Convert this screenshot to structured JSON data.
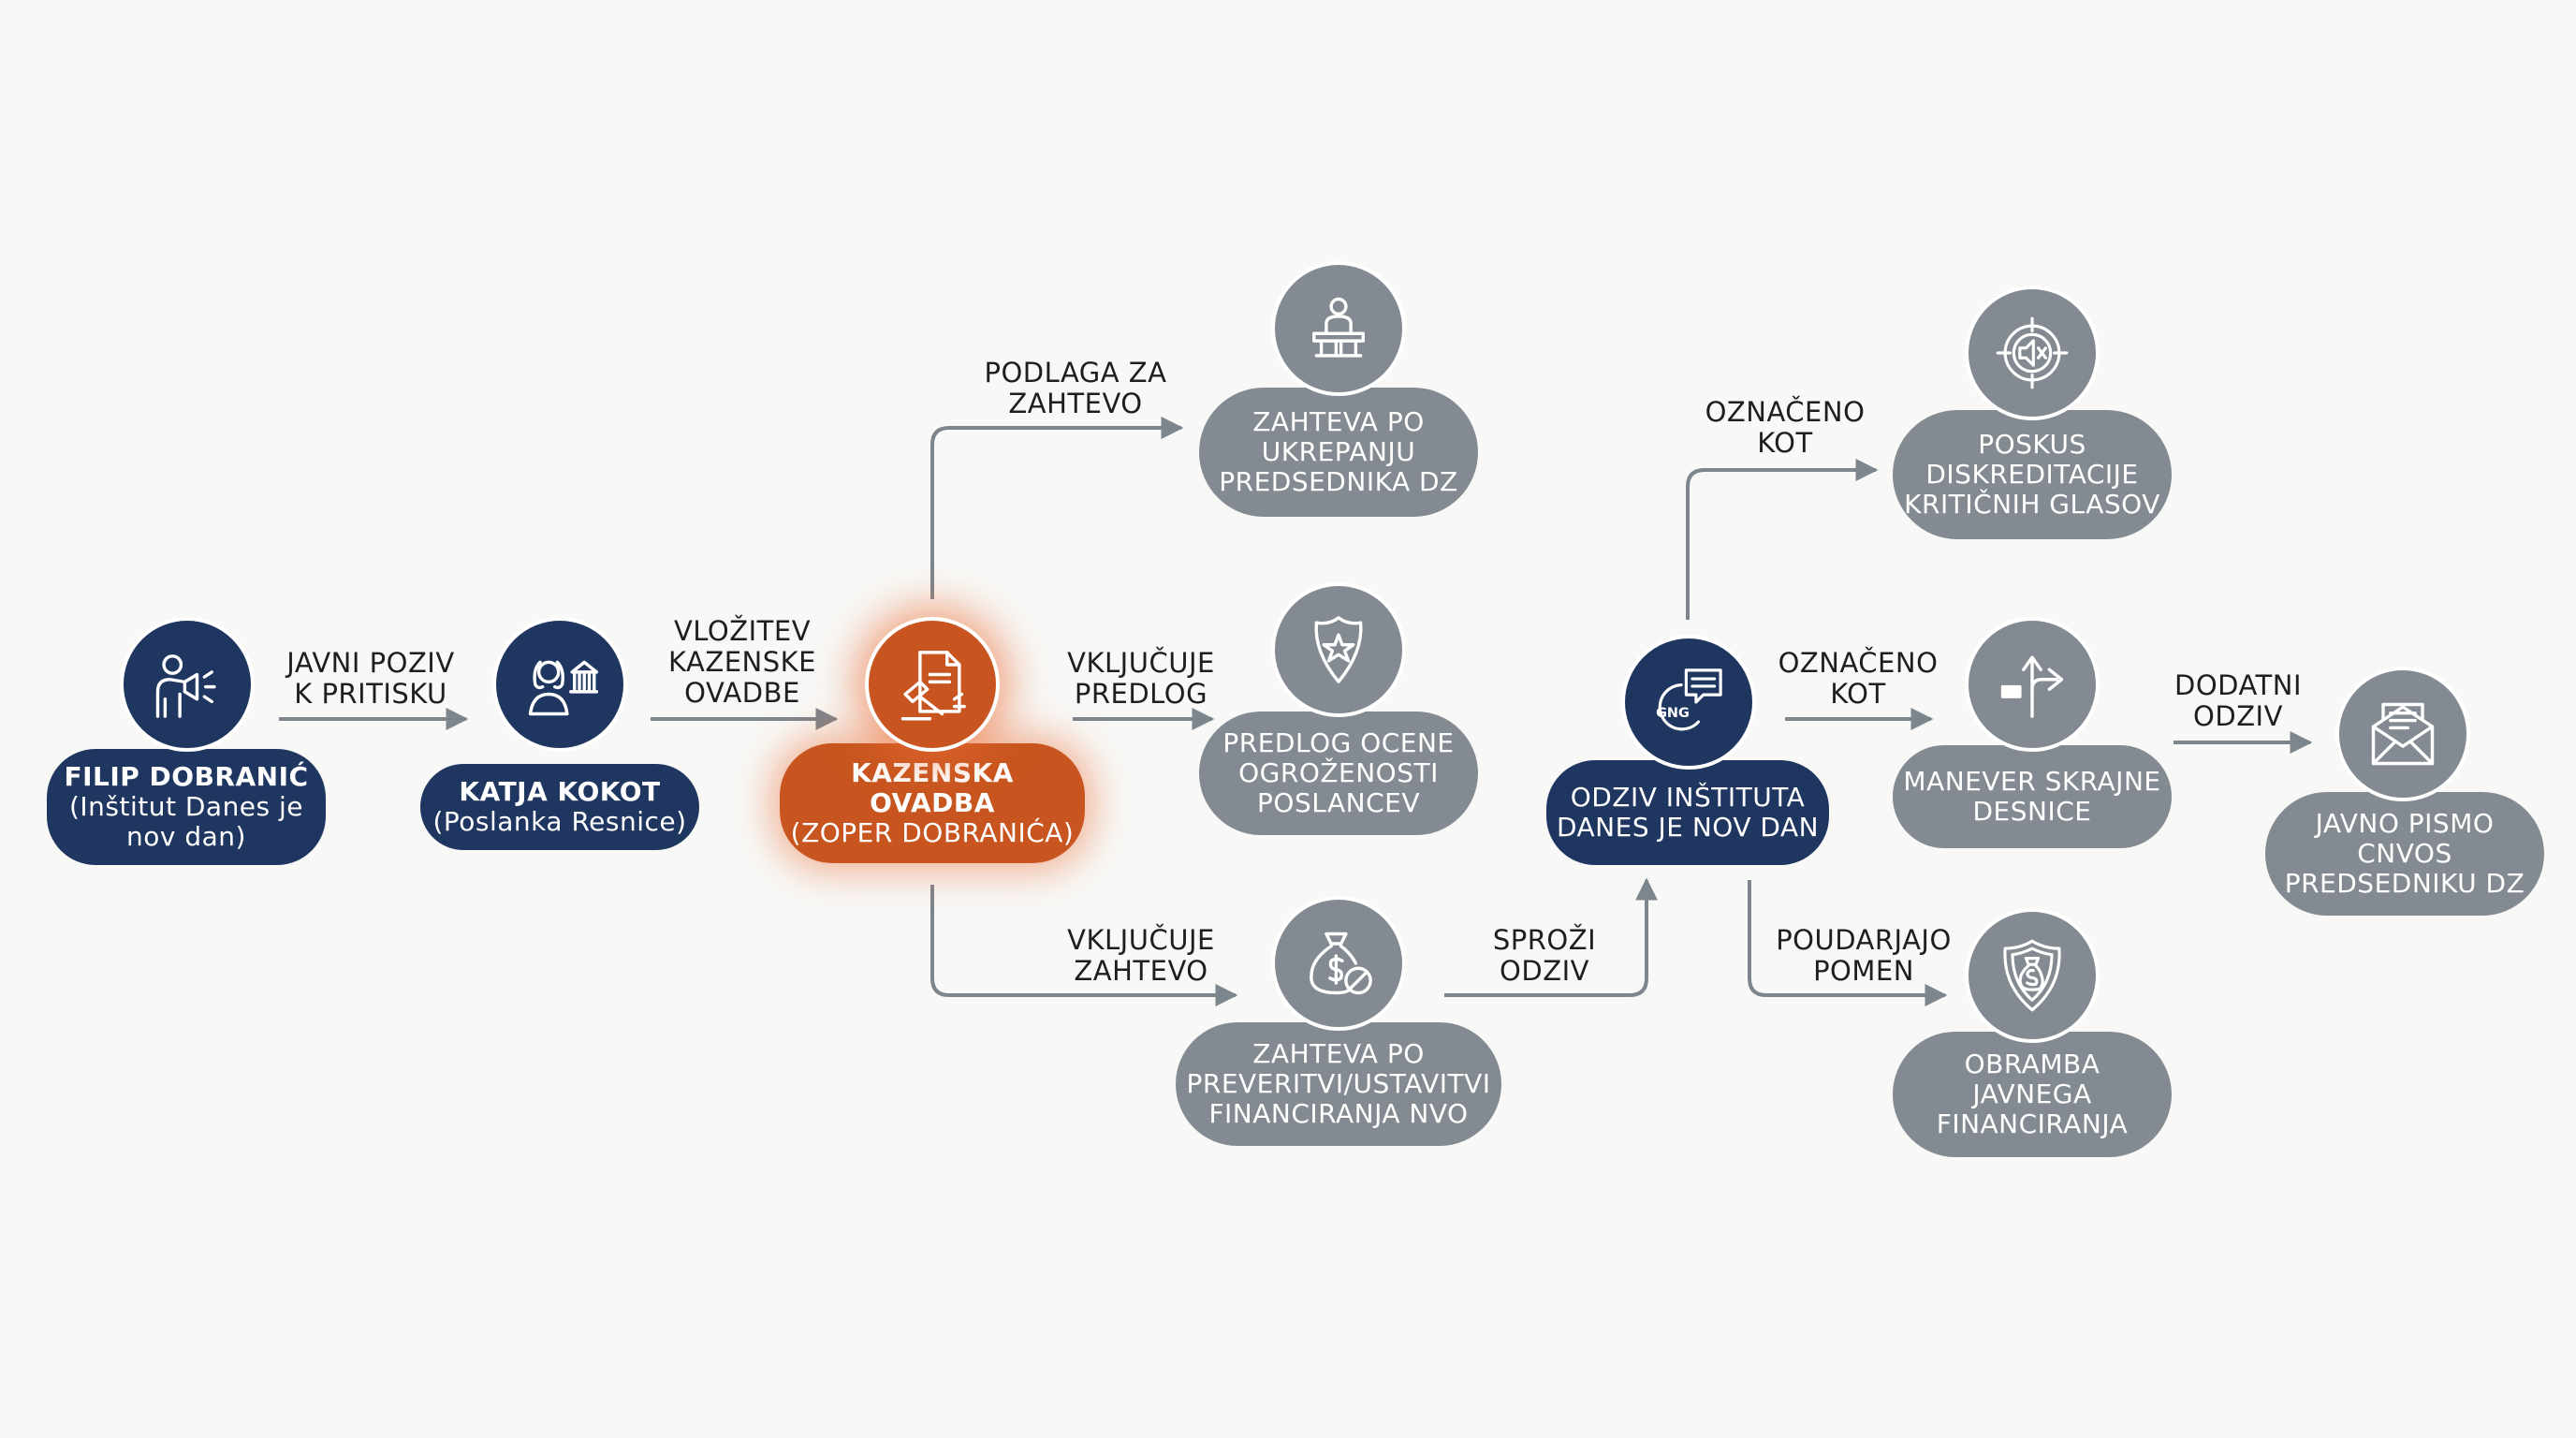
{
  "nodes": {
    "filip": {
      "lines": [
        "FILIP DOBRANIĆ",
        "(Inštitut Danes je",
        "nov dan)"
      ],
      "icon": "megaphone-person-icon"
    },
    "katja": {
      "lines": [
        "KATJA KOKOT",
        "(Poslanka Resnice)"
      ],
      "icon": "parliament-woman-icon"
    },
    "ovadba": {
      "lines": [
        "KAZENSKA",
        "OVADBA",
        "(ZOPER DOBRANIĆA)"
      ],
      "icon": "gavel-document-icon"
    },
    "predsednik": {
      "lines": [
        "ZAHTEVA PO",
        "UKREPANJU",
        "PREDSEDNIKA DZ"
      ],
      "icon": "speaker-podium-icon"
    },
    "ogrozenost": {
      "lines": [
        "PREDLOG OCENE",
        "OGROŽENOSTI",
        "POSLANCEV"
      ],
      "icon": "police-badge-icon"
    },
    "financiranje": {
      "lines": [
        "ZAHTEVA PO",
        "PREVERITVI/USTAVITVI",
        "FINANCIRANJA NVO"
      ],
      "icon": "money-bag-blocked-icon"
    },
    "odziv": {
      "lines": [
        "ODZIV INŠTITUTA",
        "DANES JE NOV DAN"
      ],
      "icon": "gng-speech-icon",
      "logo_text": "GNG"
    },
    "diskreditacija": {
      "lines": [
        "POSKUS",
        "DISKREDITACIJE",
        "KRITIČNIH GLASOV"
      ],
      "icon": "muted-target-icon"
    },
    "manever": {
      "lines": [
        "MANEVER SKRAJNE",
        "DESNICE"
      ],
      "icon": "right-turn-sign-icon"
    },
    "obramba": {
      "lines": [
        "OBRAMBA",
        "JAVNEGA",
        "FINANCIRANJA"
      ],
      "icon": "shield-money-icon"
    },
    "pismo": {
      "lines": [
        "JAVNO PISMO",
        "CNVOS",
        "PREDSEDNIKU DZ"
      ],
      "icon": "envelope-letter-icon"
    }
  },
  "edges": {
    "filip_katja": [
      "JAVNI POZIV",
      "K PRITISKU"
    ],
    "katja_ovadba": [
      "VLOŽITEV",
      "KAZENSKE",
      "OVADBE"
    ],
    "ovadba_predsednik": [
      "PODLAGA ZA",
      "ZAHTEVO"
    ],
    "ovadba_ogrozenost": [
      "VKLJUČUJE",
      "PREDLOG"
    ],
    "ovadba_financiranje": [
      "VKLJUČUJE",
      "ZAHTEVO"
    ],
    "financiranje_odziv": [
      "SPROŽI",
      "ODZIV"
    ],
    "odziv_diskreditacija": [
      "OZNAČENO",
      "KOT"
    ],
    "odziv_manever": [
      "OZNAČENO",
      "KOT"
    ],
    "odziv_obramba": [
      "POUDARJAJO",
      "POMEN"
    ],
    "manever_pismo": [
      "DODATNI",
      "ODZIV"
    ]
  },
  "colors": {
    "navy": "#1f3660",
    "gray": "#838a92",
    "orange": "#c8551f",
    "line": "#7d858d",
    "background": "#f8f8f6"
  }
}
